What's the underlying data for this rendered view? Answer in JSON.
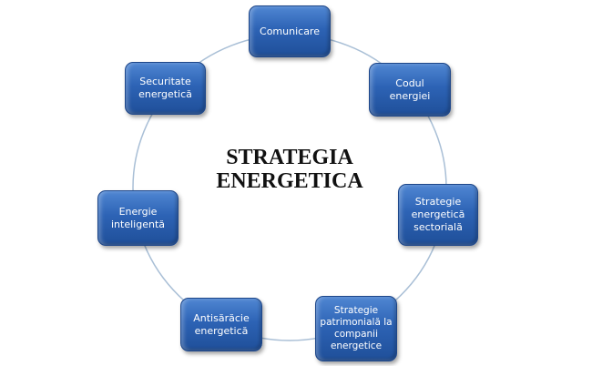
{
  "title": {
    "line1": "STRATEGIA",
    "line2": "ENERGETICA"
  },
  "nodes": [
    {
      "label": "Comunicare"
    },
    {
      "label": "Codul energiei"
    },
    {
      "label": "Strategie energetică sectorială"
    },
    {
      "label": "Strategie patrimonială la companii energetice"
    },
    {
      "label": "Antisărăcie energetică"
    },
    {
      "label": "Energie inteligentă"
    },
    {
      "label": "Securitate energetică"
    }
  ],
  "colors": {
    "box": "#2d63b5",
    "ring": "#a9bfd6"
  }
}
